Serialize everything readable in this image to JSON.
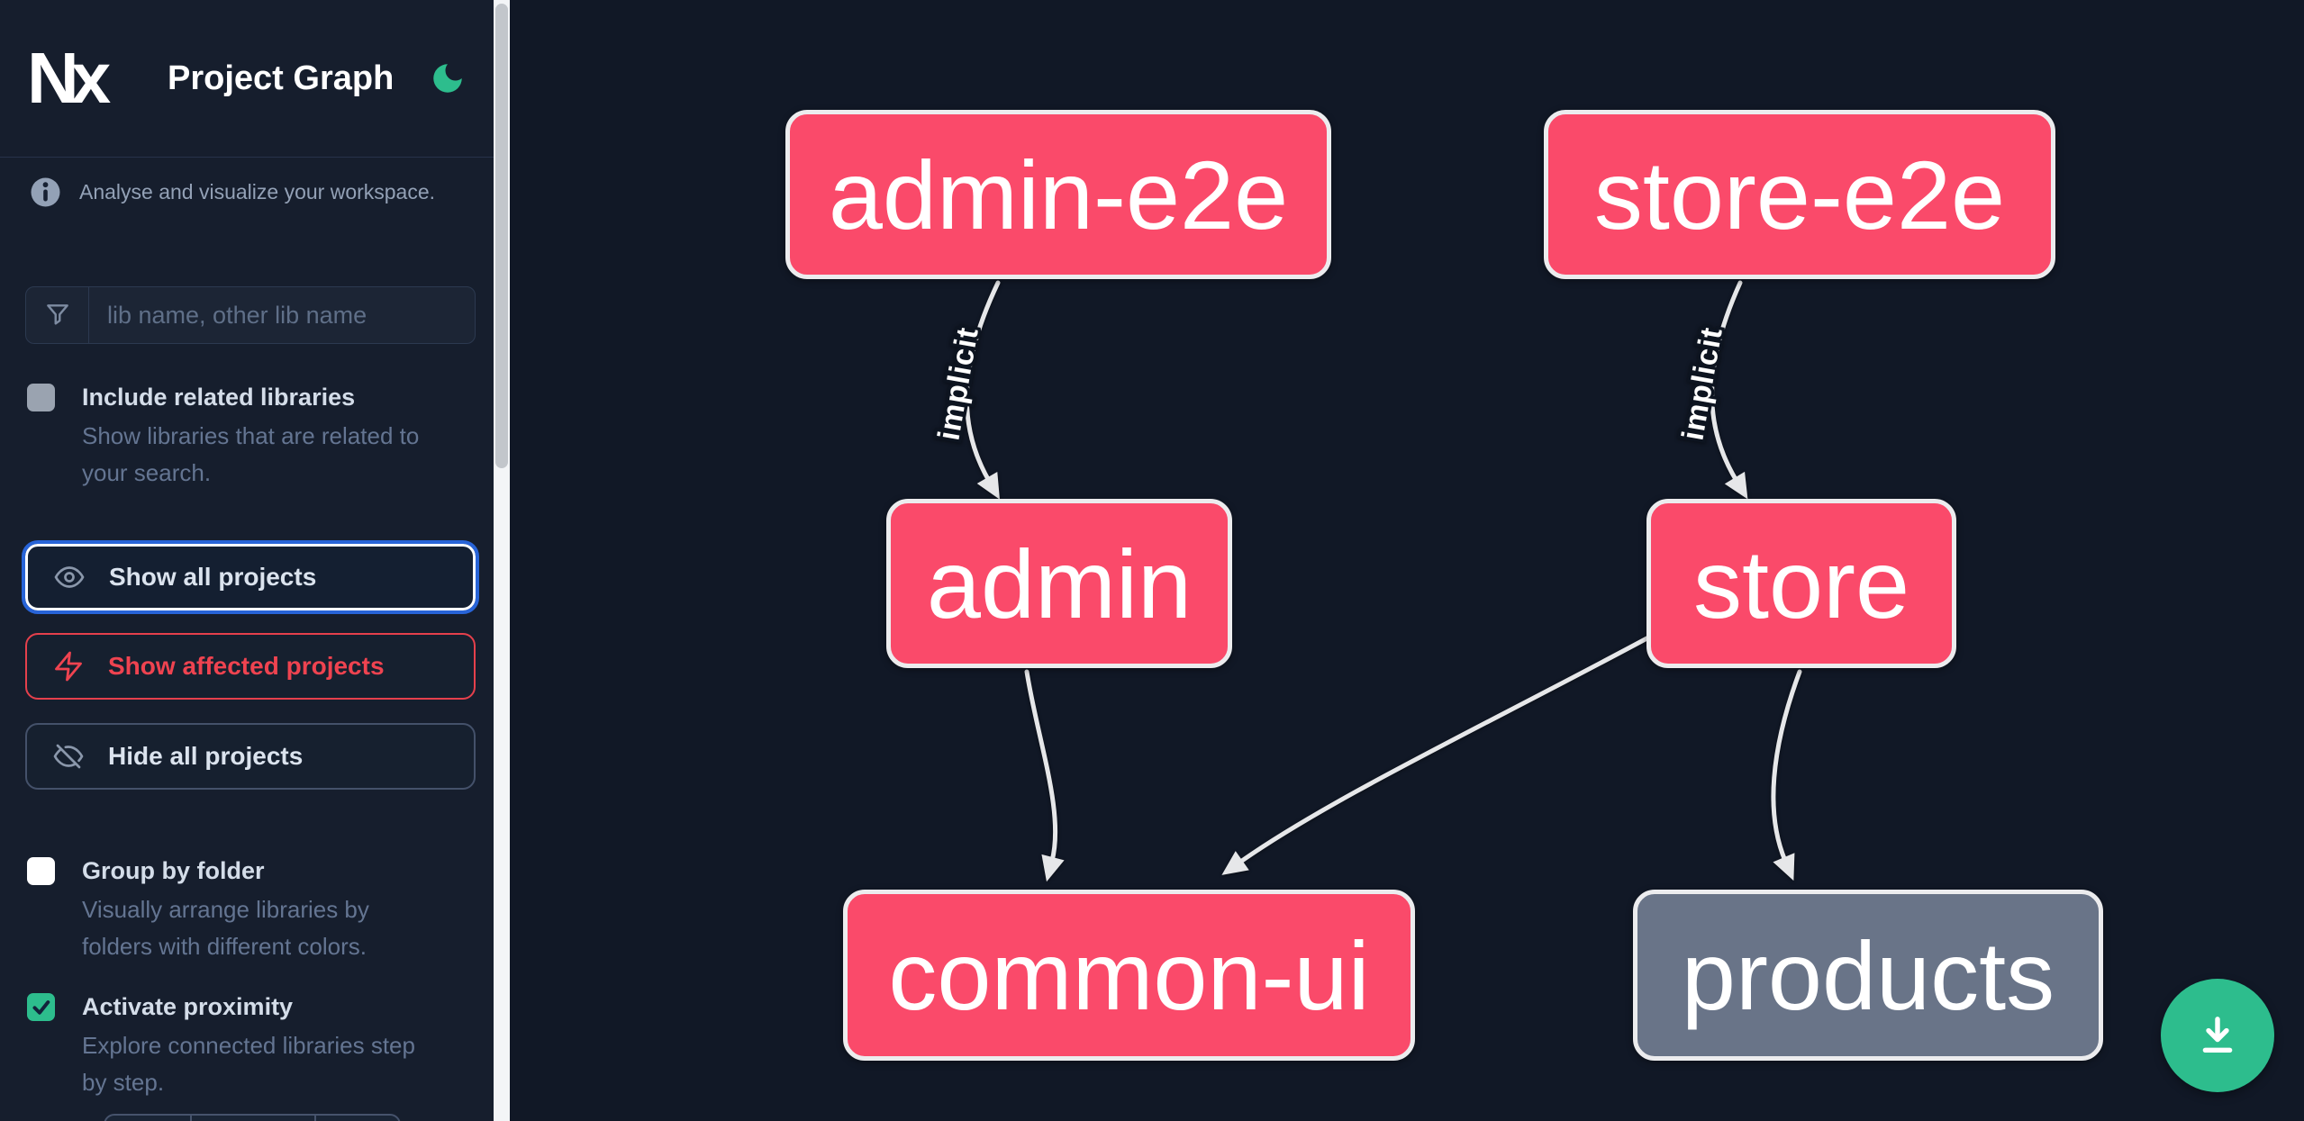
{
  "app": {
    "name": "Nx",
    "title": "Project Graph"
  },
  "colors": {
    "accent_green": "#2dbd8d",
    "node_affected_pink": "#fa4a6a",
    "node_neutral_gray": "#697488",
    "focus_blue": "#2864d8",
    "affected_red": "#ef4350",
    "canvas_bg": "#111826",
    "sidebar_bg": "#161e2d"
  },
  "sidebar": {
    "tagline": "Analyse and visualize your workspace.",
    "search": {
      "placeholder": "lib name, other lib name",
      "value": ""
    },
    "include_related": {
      "label": "Include related libraries",
      "lines": [
        "Show libraries that are related to",
        "your search."
      ],
      "checked": false,
      "disabled": true
    },
    "actions": {
      "show_all": {
        "label": "Show all projects",
        "active": true
      },
      "show_affected": {
        "label": "Show affected projects"
      },
      "hide_all": {
        "label": "Hide all projects"
      }
    },
    "group_by_folder": {
      "label": "Group by folder",
      "lines": [
        "Visually arrange libraries by",
        "folders with different colors."
      ],
      "checked": false
    },
    "activate_proximity": {
      "label": "Activate proximity",
      "lines": [
        "Explore connected libraries step",
        "by step."
      ],
      "checked": true
    }
  },
  "graph": {
    "nodes": [
      {
        "id": "admin-e2e",
        "label": "admin-e2e",
        "style": "affected"
      },
      {
        "id": "store-e2e",
        "label": "store-e2e",
        "style": "affected"
      },
      {
        "id": "admin",
        "label": "admin",
        "style": "affected"
      },
      {
        "id": "store",
        "label": "store",
        "style": "affected"
      },
      {
        "id": "common-ui",
        "label": "common-ui",
        "style": "affected"
      },
      {
        "id": "products",
        "label": "products",
        "style": "neutral"
      }
    ],
    "edges": [
      {
        "from": "admin-e2e",
        "to": "admin",
        "label": "implicit"
      },
      {
        "from": "store-e2e",
        "to": "store",
        "label": "implicit"
      },
      {
        "from": "admin",
        "to": "common-ui",
        "label": ""
      },
      {
        "from": "store",
        "to": "common-ui",
        "label": ""
      },
      {
        "from": "store",
        "to": "products",
        "label": ""
      }
    ]
  }
}
